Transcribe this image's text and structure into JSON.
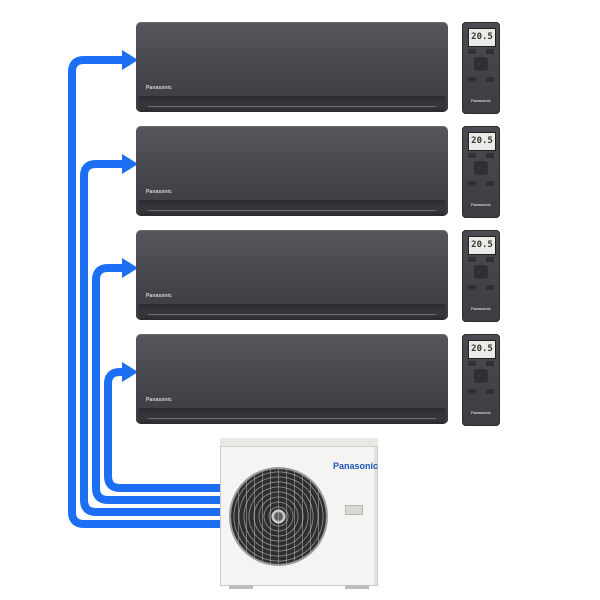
{
  "brand": "Panasonic",
  "indoor_units": [
    {
      "brand": "Panasonic"
    },
    {
      "brand": "Panasonic"
    },
    {
      "brand": "Panasonic"
    },
    {
      "brand": "Panasonic"
    }
  ],
  "remotes": [
    {
      "display": "20.5",
      "brand": "Panasonic"
    },
    {
      "display": "20.5",
      "brand": "Panasonic"
    },
    {
      "display": "20.5",
      "brand": "Panasonic"
    },
    {
      "display": "20.5",
      "brand": "Panasonic"
    }
  ],
  "outdoor_unit": {
    "brand": "Panasonic"
  },
  "colors": {
    "pipe": "#1c6ef2",
    "indoor_body": "#45474c",
    "outdoor_body": "#f4f4f2",
    "brand_blue": "#1b54b5"
  }
}
